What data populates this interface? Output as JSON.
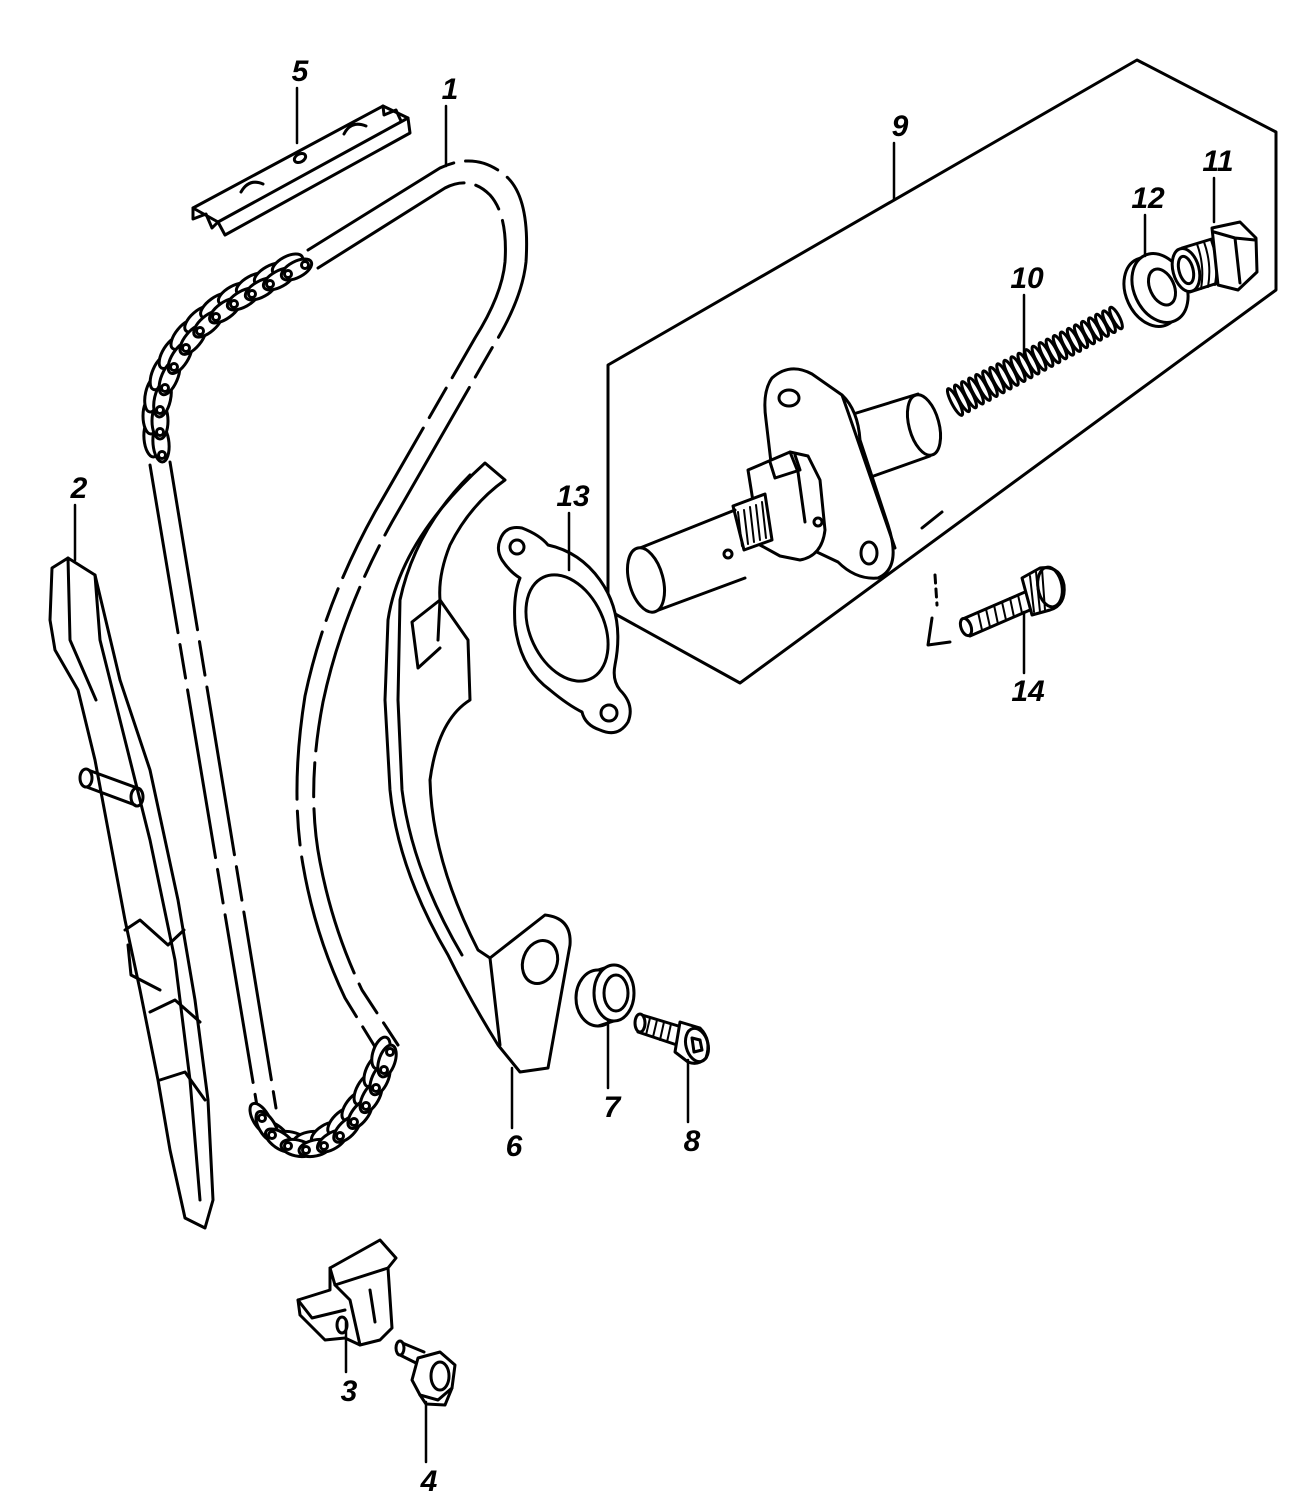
{
  "diagram": {
    "callouts": [
      "1",
      "2",
      "3",
      "4",
      "5",
      "6",
      "7",
      "8",
      "9",
      "10",
      "11",
      "12",
      "13",
      "14"
    ]
  },
  "colors": {
    "line": "#000000",
    "background": "#ffffff"
  }
}
